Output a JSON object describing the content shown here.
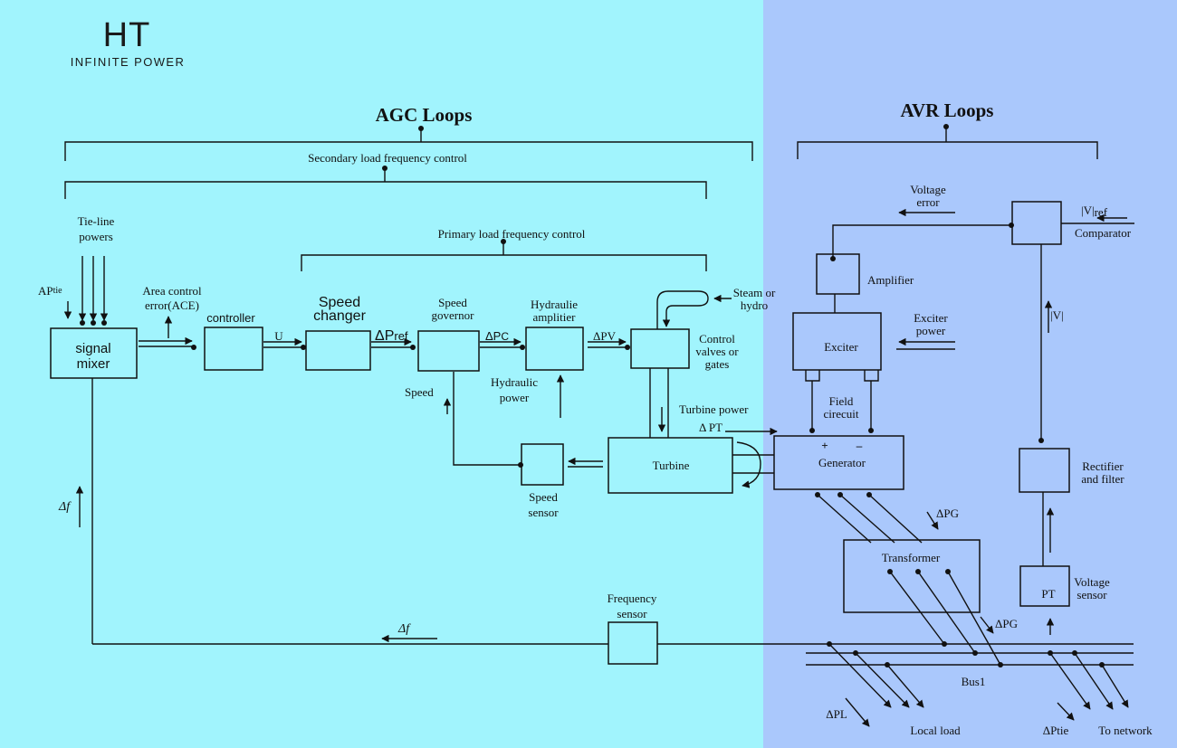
{
  "logo": {
    "mark": "HT",
    "tagline": "INFINITE POWER"
  },
  "colors": {
    "agc_background": "#a1f4fd",
    "avr_background": "#aac8fc",
    "ink": "#111111"
  },
  "sections": {
    "agc_title": "AGC Loops",
    "avr_title": "AVR Loops",
    "secondary_control": "Secondary load frequency control",
    "primary_control": "Primary load frequency control"
  },
  "blocks": {
    "signal_mixer": [
      "signal",
      "mixer"
    ],
    "controller": "controller",
    "speed_changer": [
      "Speed",
      "changer"
    ],
    "speed_governor": [
      "Speed",
      "governor"
    ],
    "hydraulic_amplifier": [
      "Hydraulie",
      "amplitier"
    ],
    "control_valves": [
      "Control",
      "valves or",
      "gates"
    ],
    "turbine": "Turbine",
    "speed_sensor": [
      "Speed",
      "sensor"
    ],
    "frequency_sensor": [
      "Frequency",
      "sensor"
    ],
    "generator": "Generator",
    "exciter": "Exciter",
    "amplifier": "Amplifier",
    "comparator": "Comparator",
    "rectifier": [
      "Rectifier",
      "and filter"
    ],
    "potential_transformer": "PT",
    "voltage_sensor": [
      "Voltage",
      "sensor"
    ],
    "transformer": "Transformer",
    "bus": "Bus1"
  },
  "signals": {
    "tie_line_powers": [
      "Tie-line",
      "powers"
    ],
    "tie_power_input": {
      "main": "AP",
      "sub": "tie"
    },
    "area_control_error": [
      "Area control",
      "error(ACE)"
    ],
    "control_u": "U",
    "delta_p_ref": {
      "main": "ΔP",
      "sub": "ref"
    },
    "delta_p_c": {
      "main": "ΔP",
      "sub": "C"
    },
    "delta_p_v": "ΔPV",
    "steam_or_hydro": [
      "Steam or",
      "hydro"
    ],
    "hydraulic_power": [
      "Hydraulic",
      "power"
    ],
    "speed": "Speed",
    "turbine_power": "Turbine power",
    "delta_p_t": "Δ PT",
    "delta_f_feedback": "Δf",
    "delta_f_bus": "Δf",
    "voltage_error": [
      "Voltage",
      "error"
    ],
    "voltage_ref": {
      "main": "|V|",
      "sub": "ref"
    },
    "voltage_magnitude": "|V|",
    "exciter_power": [
      "Exciter",
      "power"
    ],
    "field_circuit": [
      "Field",
      "cirecuit"
    ],
    "field_plus": "+",
    "field_minus": "–",
    "delta_p_g_generator": "ΔPG",
    "delta_p_g_bus": "ΔPG",
    "delta_p_l": "ΔPL",
    "local_load": "Local load",
    "delta_p_tie_out": "ΔPtie",
    "to_network": "To network"
  }
}
